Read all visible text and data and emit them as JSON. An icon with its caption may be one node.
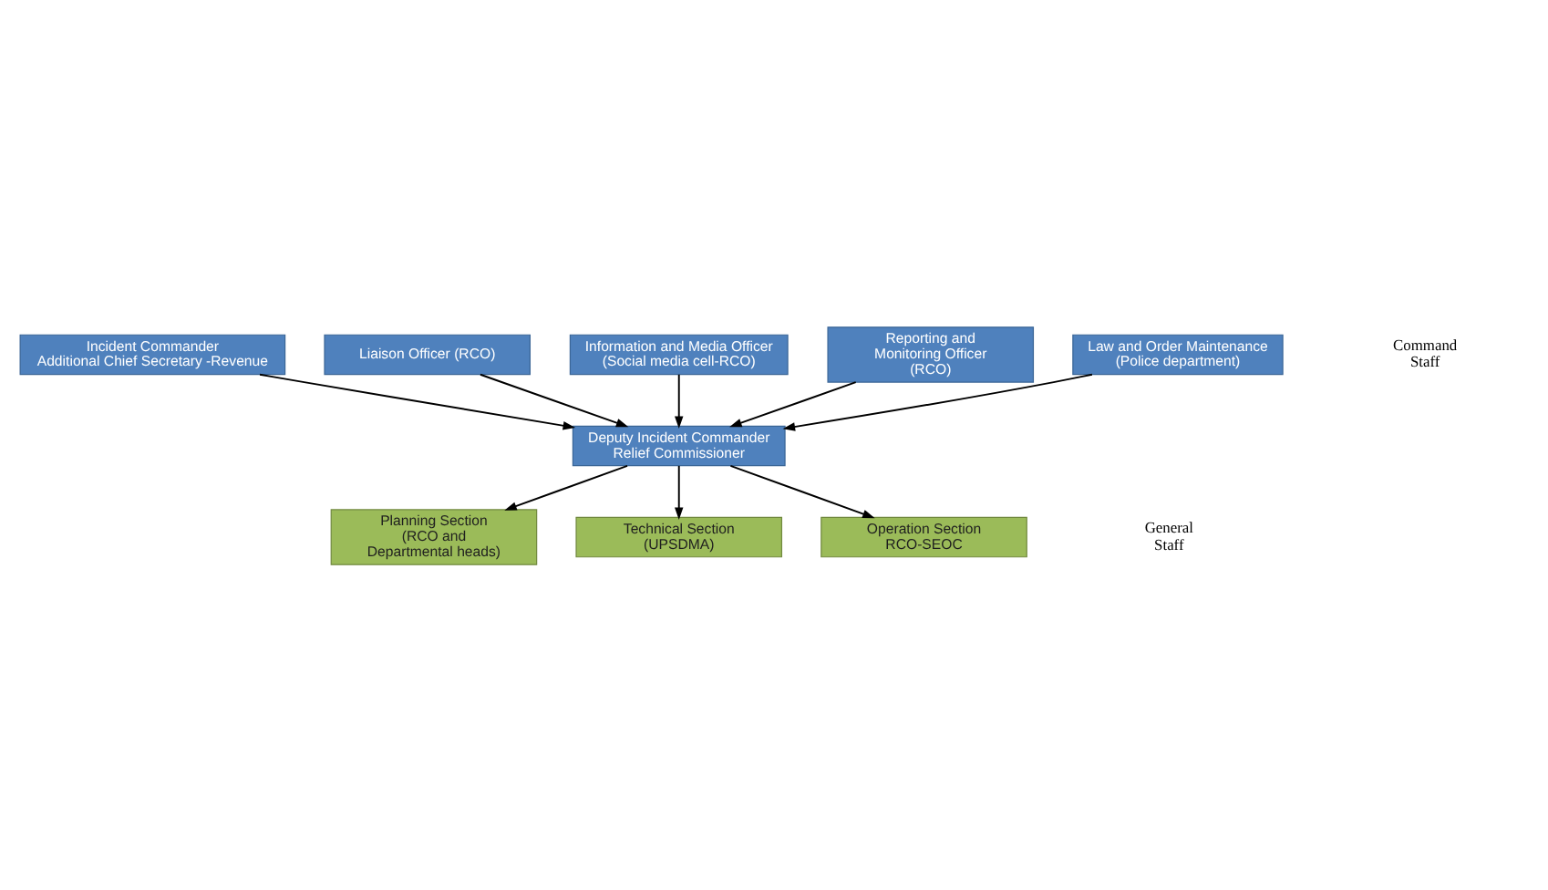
{
  "diagram": {
    "nodes": [
      {
        "text": [
          "Incident Commander",
          "Additional Chief Secretary -Revenue"
        ]
      },
      {
        "text": [
          "Deputy Incident Commander",
          "Relief Commissioner"
        ]
      },
      {
        "text": [
          "Liaison Officer (RCO)"
        ]
      },
      {
        "text": [
          "Information and Media Officer (Social media cell-RCO)"
        ]
      },
      {
        "text": [
          "Reporting and Monitoring Officer (RCO)"
        ]
      },
      {
        "text": [
          "Law and Order Maintenance (Police department)"
        ]
      },
      {
        "text": [
          "Planning Section (RCO and Departmental heads)"
        ]
      },
      {
        "text": [
          "Technical Section (UPSDMA)"
        ]
      },
      {
        "text": [
          "Operation Section RCO-SEOC"
        ]
      }
    ],
    "edges": [
      {
        "from": 0,
        "to": 1,
        "arrow": "to"
      },
      {
        "from": 2,
        "to": 1,
        "arrow": "to"
      },
      {
        "from": 3,
        "to": 1,
        "arrow": "to"
      },
      {
        "from": 4,
        "to": 1,
        "arrow": "to"
      },
      {
        "from": 5,
        "to": 1,
        "arrow": "to"
      },
      {
        "from": 1,
        "to": 6,
        "arrow": "to"
      },
      {
        "from": 1,
        "to": 7,
        "arrow": "to"
      },
      {
        "from": 1,
        "to": 8,
        "arrow": "to"
      }
    ],
    "labels": [
      "Command Staff",
      "General Staff"
    ]
  }
}
